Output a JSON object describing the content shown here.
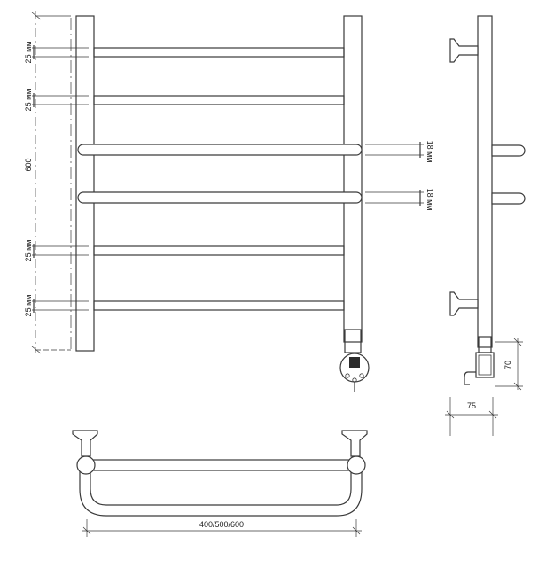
{
  "dimensions": {
    "spacing_top_1": "25 мм",
    "spacing_top_2": "25 мм",
    "height": "600",
    "spacing_bottom_1": "25 мм",
    "spacing_bottom_2": "25 мм",
    "bar_diameter_1": "18 мм",
    "bar_diameter_2": "18 мм",
    "side_height": "70",
    "side_depth": "75",
    "width_options": "400/500/600"
  }
}
